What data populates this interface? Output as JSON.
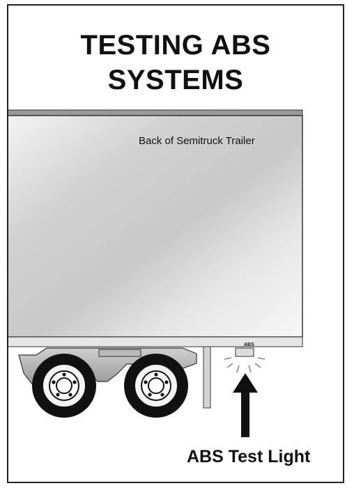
{
  "title": {
    "line1": "TESTING ABS",
    "line2": "SYSTEMS"
  },
  "trailer_label": "Back of Semitruck Trailer",
  "light_label": "ABS",
  "callout": "ABS Test Light",
  "colors": {
    "outline": "#222222",
    "trailer_light": "#f2f2f2",
    "trailer_dark": "#bdbdbd",
    "tire": "#111111"
  }
}
